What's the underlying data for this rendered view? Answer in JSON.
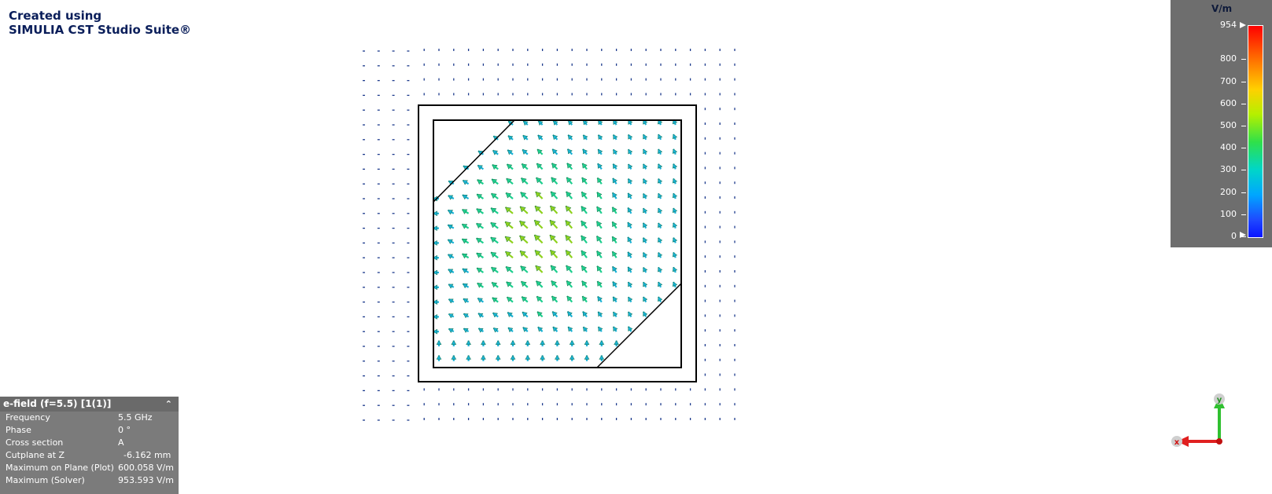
{
  "watermark": {
    "line1": "Created using",
    "line2": "SIMULIA CST Studio Suite®"
  },
  "legend": {
    "unit": "V/m",
    "max_marker": "954",
    "ticks": [
      "800",
      "700",
      "600",
      "500",
      "400",
      "300",
      "200",
      "100",
      "0"
    ],
    "scale_min": 0,
    "scale_max": 954,
    "colors": [
      "#0a14ff",
      "#00a6ff",
      "#00d6c8",
      "#2fe04a",
      "#b4f000",
      "#ffd000",
      "#ff6a00",
      "#ff0000"
    ]
  },
  "info_panel": {
    "title": "e-field (f=5.5) [1(1)]",
    "collapse_icon": "chevron-up-icon",
    "rows": [
      {
        "label": "Frequency",
        "value": "5.5 GHz"
      },
      {
        "label": "Phase",
        "value": "0 °"
      },
      {
        "label": "Cross section",
        "value": "A"
      },
      {
        "label": "Cutplane at Z",
        "value": "-6.162 mm"
      },
      {
        "label": "Maximum on Plane (Plot)",
        "value": "600.058 V/m"
      },
      {
        "label": "Maximum (Solver)",
        "value": "953.593 V/m"
      }
    ]
  },
  "axes": {
    "x_label": "x",
    "y_label": "y",
    "x_color": "#e02020",
    "y_color": "#30c030"
  },
  "field_view": {
    "name": "e-field vector plot",
    "arrow_color_peak": "#8fd21e",
    "arrow_color_mid": "#1fcf8f",
    "arrow_color_edge": "#1ab2d6",
    "arrow_color_outside": "#1c3a8c",
    "outline_color": "#000000"
  }
}
